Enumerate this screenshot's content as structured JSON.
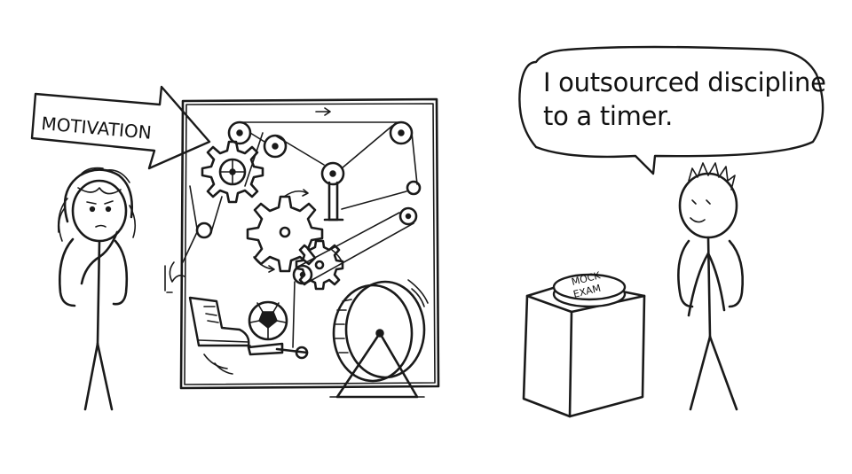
{
  "arrow_sign": {
    "label": "MOTIVATION"
  },
  "speech_bubble": {
    "line1": "I outsourced discipline",
    "line2": "to a timer."
  },
  "button": {
    "line1": "MOCK",
    "line2": "EXAM"
  },
  "colors": {
    "ink": "#1a1a1a",
    "background": "#ffffff"
  }
}
